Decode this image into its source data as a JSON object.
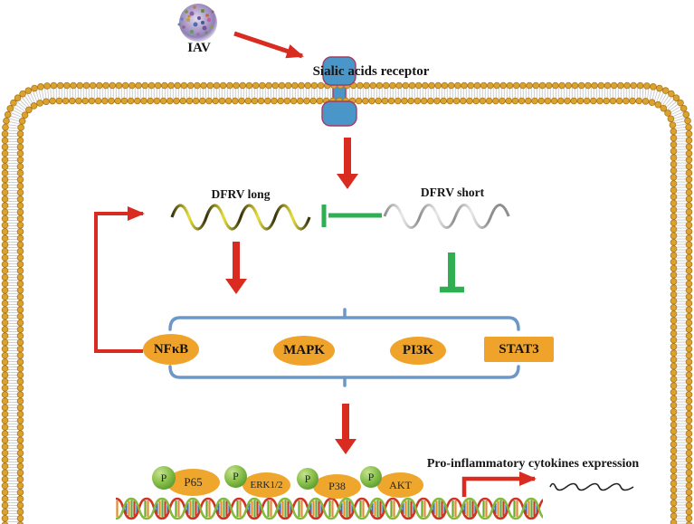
{
  "figure": {
    "virus_label": "IAV",
    "receptor_label": "Sialic acids receptor",
    "dfrv_long_label": "DFRV long",
    "dfrv_short_label": "DFRV short",
    "pathway_nodes": [
      {
        "label": "NFκB"
      },
      {
        "label": "MAPK"
      },
      {
        "label": "PI3K"
      },
      {
        "label": "STAT3"
      }
    ],
    "phospho_badge": "P",
    "proteins": [
      {
        "label": "P65"
      },
      {
        "label": "ERK1/2"
      },
      {
        "label": "P38"
      },
      {
        "label": "AKT"
      }
    ],
    "output_label": "Pro-inflammatory cytokines expression",
    "colors": {
      "activation_red": "#d92b20",
      "inhibition_green": "#2fae52",
      "node_orange": "#f0a32a",
      "bracket_blue": "#6c98c9",
      "membrane_gold": "#dca12f",
      "receptor_blue": "#4a96c8"
    }
  }
}
